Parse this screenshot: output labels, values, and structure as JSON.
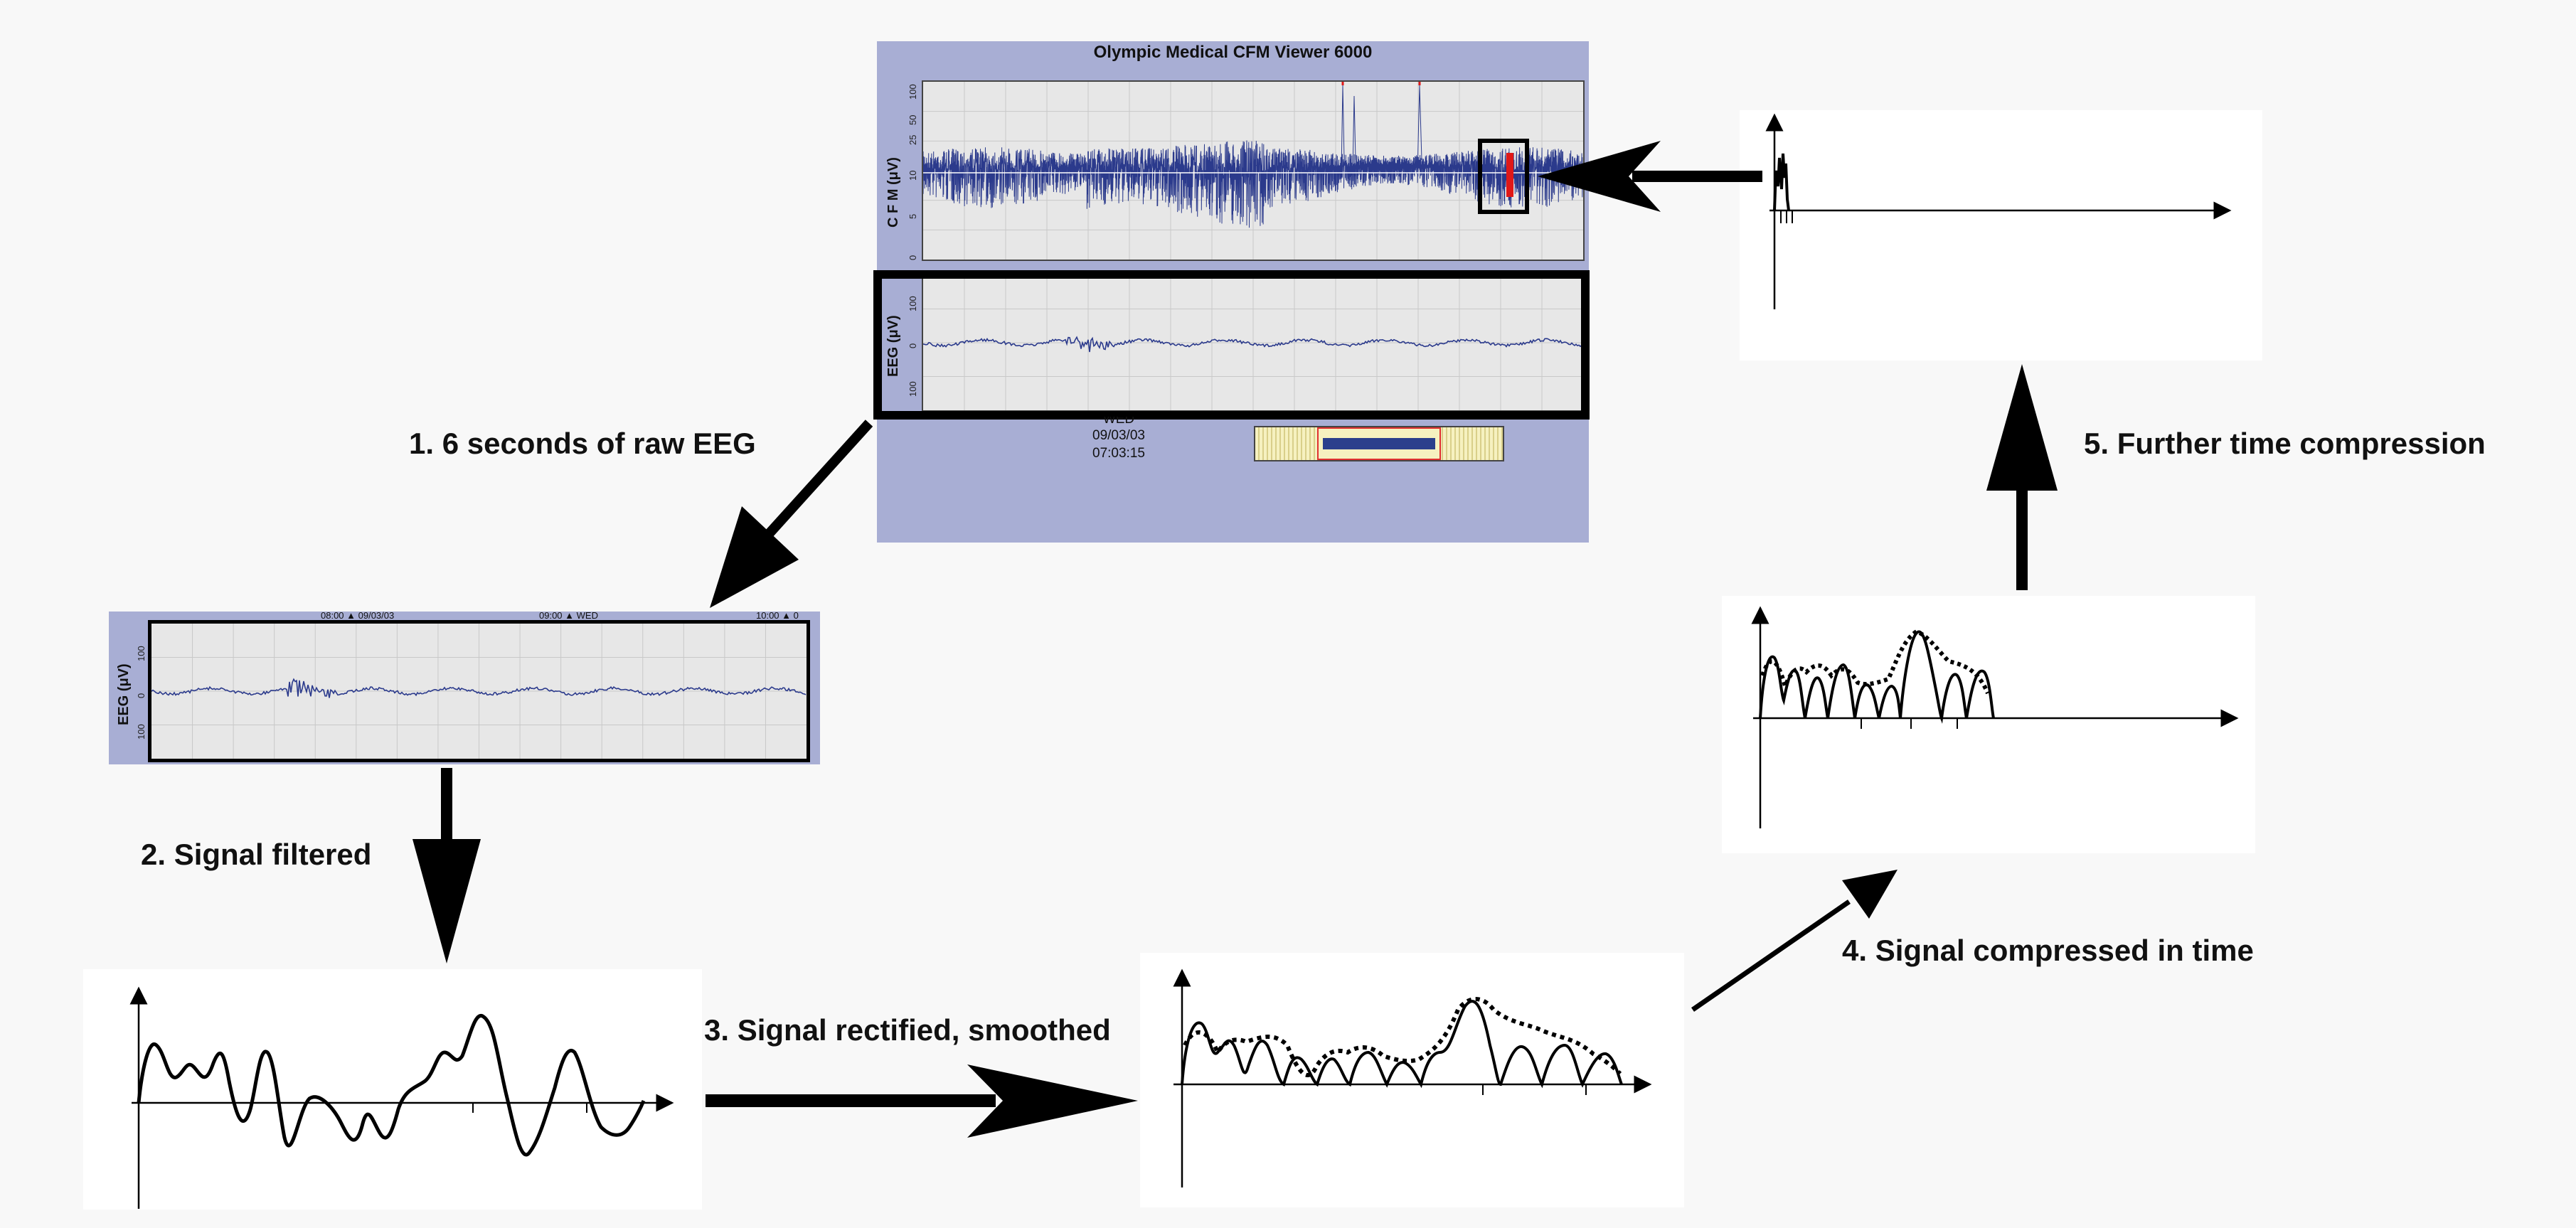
{
  "viewer": {
    "title": "Olympic Medical CFM Viewer 6000",
    "cfm_ylabel": "C F M (μV)",
    "cfm_ticks": [
      "100",
      "50",
      "25",
      "10",
      "5",
      "0"
    ],
    "eeg_ylabel": "EEG (μV)",
    "eeg_ticks": [
      "100",
      "0",
      "100"
    ],
    "day": "WED",
    "date": "09/03/03",
    "time": "07:03:15"
  },
  "raw_eeg": {
    "ylabel": "EEG (μV)",
    "ticks": [
      "100",
      "0",
      "100"
    ],
    "top_labels": [
      "08:00 ▲ 09/03/03",
      "09:00 ▲ WED",
      "10:00 ▲ 0"
    ]
  },
  "steps": {
    "step1": "1. 6 seconds of raw EEG",
    "step2": "2. Signal filtered",
    "step3": "3. Signal rectified, smoothed",
    "step4": "4. Signal compressed in time",
    "step5": "5. Further time compression"
  },
  "colors": {
    "viewer_bg": "#a8aed4",
    "trace_blue": "#2b3a8c",
    "highlight_red": "#e01818",
    "plot_bg": "#e7e7e7"
  }
}
